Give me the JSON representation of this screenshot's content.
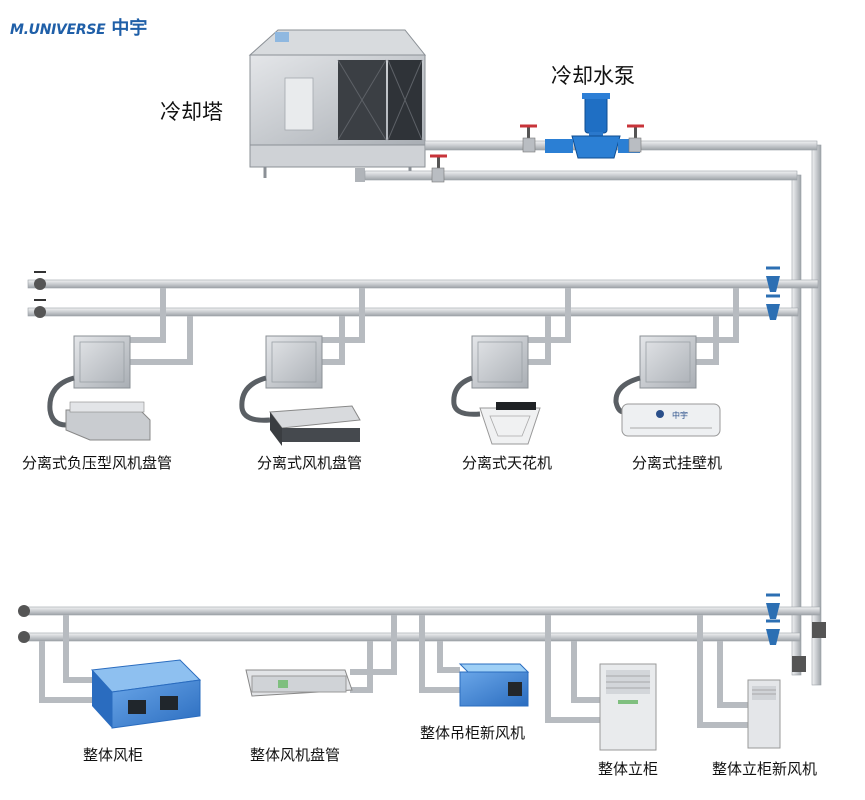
{
  "brand": {
    "name_en": "M.UNIVERSE",
    "name_cn": "中宇"
  },
  "labels": {
    "cooling_tower": "冷却塔",
    "cooling_pump": "冷却水泵",
    "neg_pressure_fcu": "分离式负压型风机盘管",
    "split_fcu": "分离式风机盘管",
    "split_ceiling": "分离式天花机",
    "split_wall": "分离式挂壁机",
    "ahu": "整体风柜",
    "integral_fcu": "整体风机盘管",
    "hanging_fresh_air": "整体吊柜新风机",
    "floor_cabinet": "整体立柜",
    "floor_fresh_air": "整体立柜新风机"
  },
  "colors": {
    "pipe": "#d4d7da",
    "pipe_edge": "#9aa0a6",
    "valve": "#2c6fb3",
    "valve_red": "#c8343a",
    "unit_gray": "#b9bdc2",
    "ahu_blue": "#3a7fd0",
    "brand_blue": "#1f5fa8"
  }
}
